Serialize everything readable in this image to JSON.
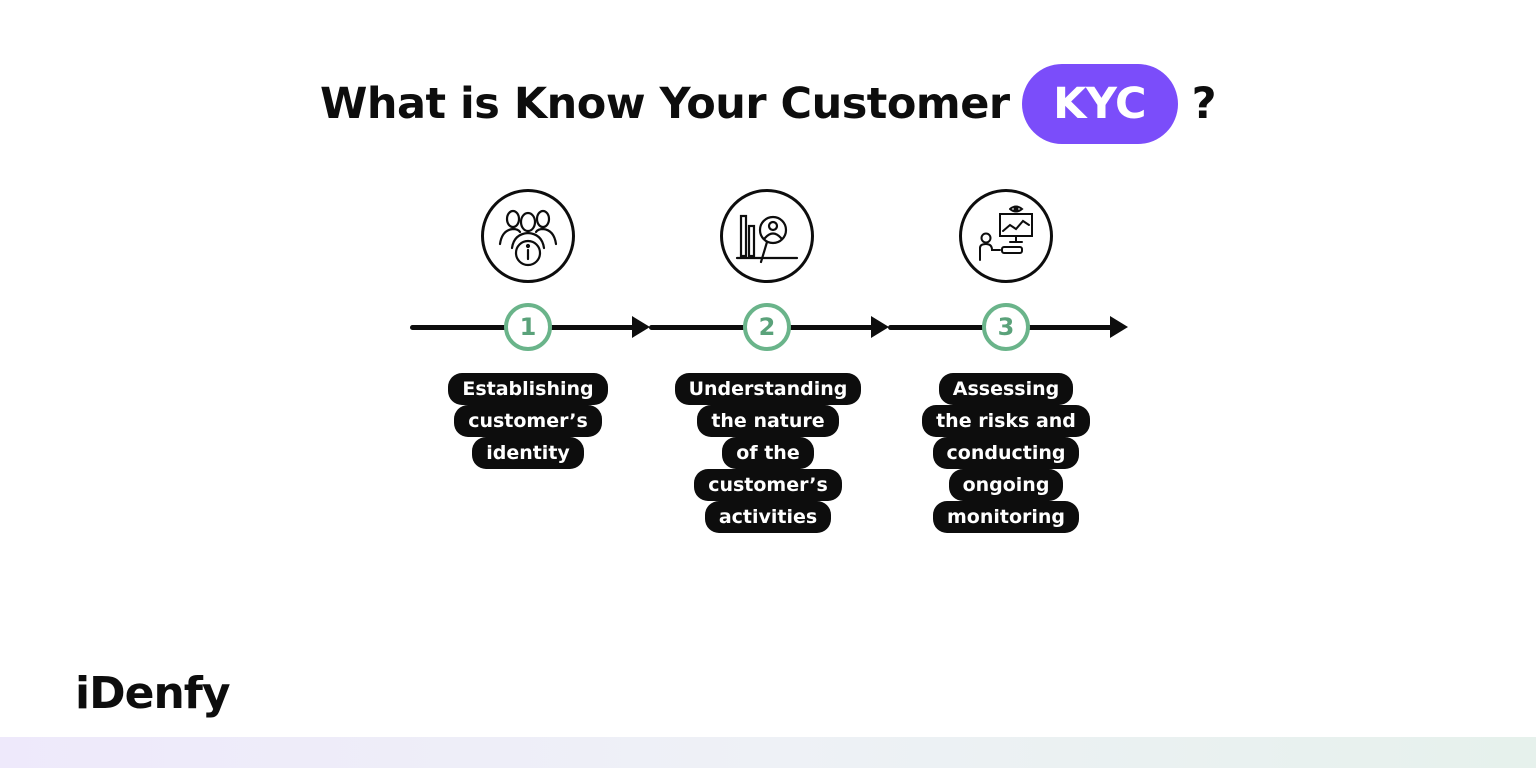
{
  "title": {
    "main": "What is Know Your Customer",
    "badge": "KYC",
    "suffix": "?"
  },
  "colors": {
    "accent": "#7b4dfa",
    "step_green": "#6ab48a",
    "dark": "#0d0d0d"
  },
  "steps": [
    {
      "number": "1",
      "icon": "people-info-icon",
      "lines": [
        "Establishing",
        "customer’s",
        "identity"
      ]
    },
    {
      "number": "2",
      "icon": "chart-magnifier-person-icon",
      "lines": [
        "Understanding",
        "the nature",
        "of the",
        "customer’s",
        "activities"
      ]
    },
    {
      "number": "3",
      "icon": "person-monitor-eye-icon",
      "lines": [
        "Assessing",
        "the risks and",
        "conducting",
        "ongoing",
        "monitoring"
      ]
    }
  ],
  "brand": {
    "logo": "iDenfy"
  }
}
